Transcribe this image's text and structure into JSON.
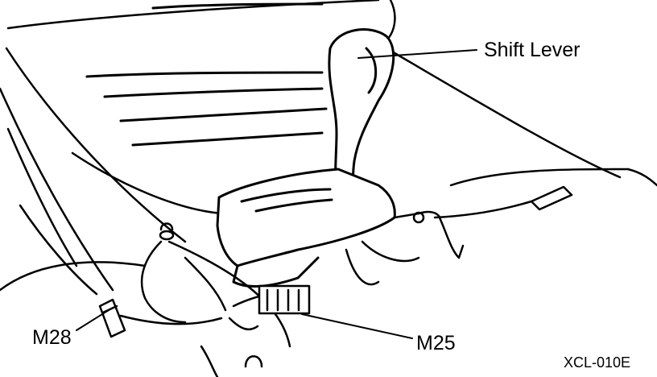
{
  "labels": {
    "shift_lever": "Shift Lever",
    "m28": "M28",
    "m25": "M25",
    "figure_code": "XCL-010E"
  },
  "colors": {
    "ink": "#000000",
    "paper": "#ffffff"
  }
}
